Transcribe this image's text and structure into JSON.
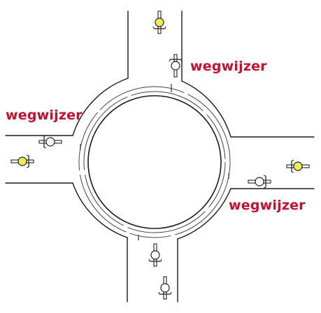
{
  "colors": {
    "label": "#c8102e",
    "road_line": "#1a1a1a",
    "path_line": "#444444",
    "yellow_cyclist": "#f2ea55",
    "white_cyclist": "#ffffff"
  },
  "labels": {
    "top": "wegwijzer",
    "left": "wegwijzer",
    "right": "wegwijzer"
  },
  "cyclists": [
    {
      "id": "north-yellow",
      "color": "yellow",
      "heading": "south"
    },
    {
      "id": "north-white",
      "color": "white",
      "heading": "north"
    },
    {
      "id": "west-yellow",
      "color": "yellow",
      "heading": "east"
    },
    {
      "id": "west-white",
      "color": "white",
      "heading": "west"
    },
    {
      "id": "east-yellow",
      "color": "yellow",
      "heading": "west"
    },
    {
      "id": "east-white",
      "color": "white",
      "heading": "east"
    },
    {
      "id": "south-white-1",
      "color": "white",
      "heading": "south"
    },
    {
      "id": "south-white-2",
      "color": "white",
      "heading": "south"
    }
  ]
}
